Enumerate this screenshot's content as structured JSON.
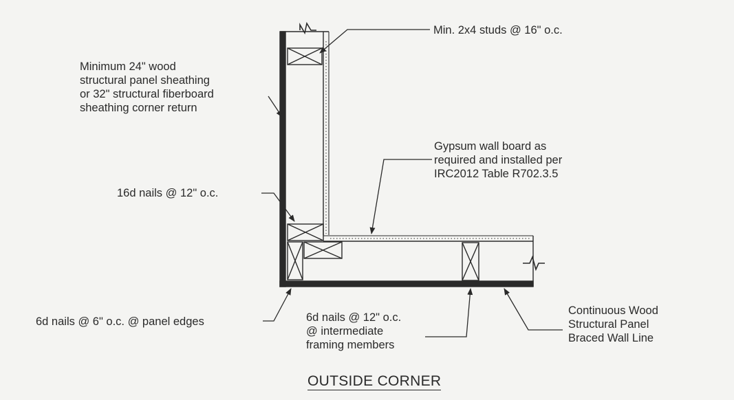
{
  "title": "OUTSIDE CORNER",
  "labels": {
    "studs": "Min. 2x4 studs @ 16\" o.c.",
    "sheathing_return": [
      "Minimum 24\" wood",
      "structural panel sheathing",
      "or 32\" structural fiberboard",
      "sheathing corner return"
    ],
    "gypsum": [
      "Gypsum wall board as",
      "required and installed per",
      "IRC2012 Table R702.3.5"
    ],
    "nails_16d": "16d nails @ 12\" o.c.",
    "nails_6d_edges": "6d nails @ 6\" o.c. @ panel edges",
    "nails_6d_intermediate": [
      "6d nails @ 12\" o.c.",
      "@ intermediate",
      "framing members"
    ],
    "braced_wall": [
      "Continuous Wood",
      "Structural Panel",
      "Braced Wall Line"
    ]
  },
  "colors": {
    "ink": "#2a2a2a",
    "paper": "#f4f4f2"
  }
}
